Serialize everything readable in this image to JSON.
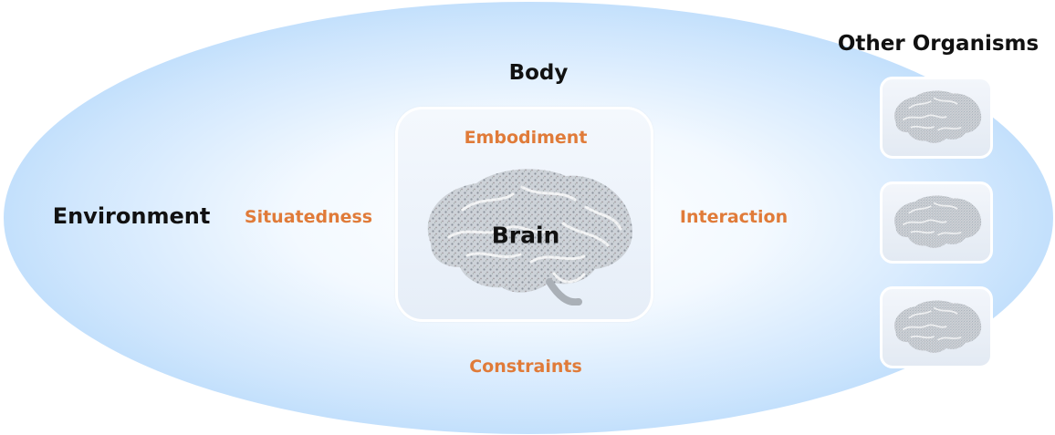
{
  "diagram": {
    "body": "Body",
    "other_organisms": "Other Organisms",
    "environment": "Environment",
    "situatedness": "Situatedness",
    "interaction": "Interaction",
    "embodiment": "Embodiment",
    "constraints": "Constraints",
    "brain": "Brain"
  },
  "colors": {
    "accent_orange": "#e07b39",
    "environment_blue": "#b3d8fb",
    "text_dark": "#111111"
  },
  "icons": [
    "brain-icon"
  ]
}
